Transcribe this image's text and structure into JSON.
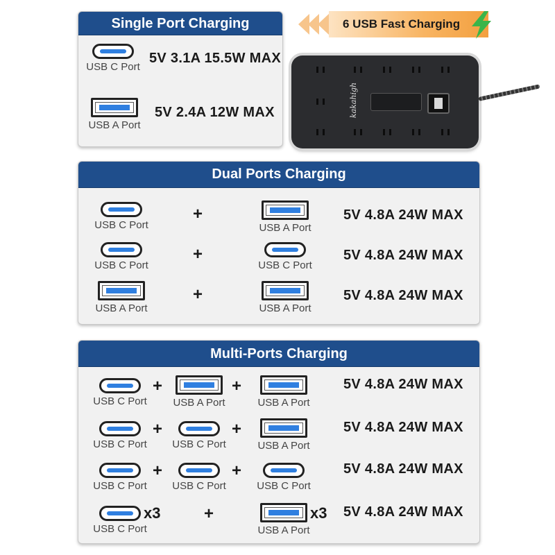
{
  "banner": {
    "text": "6 USB Fast Charging",
    "brand": "kakahigh"
  },
  "single": {
    "title": "Single Port Charging",
    "rows": [
      {
        "port": "USB C Port",
        "spec": "5V 3.1A 15.5W MAX"
      },
      {
        "port": "USB A Port",
        "spec": "5V 2.4A 12W MAX"
      }
    ]
  },
  "dual": {
    "title": "Dual Ports Charging",
    "rows": [
      {
        "a": "USB C Port",
        "b": "USB A Port",
        "spec": "5V 4.8A 24W MAX"
      },
      {
        "a": "USB C Port",
        "b": "USB C Port",
        "spec": "5V 4.8A 24W MAX"
      },
      {
        "a": "USB A Port",
        "b": "USB A Port",
        "spec": "5V 4.8A 24W MAX"
      }
    ]
  },
  "multi": {
    "title": "Multi-Ports Charging",
    "rows": [
      {
        "a": "USB C Port",
        "b": "USB A Port",
        "c": "USB A Port",
        "spec": "5V 4.8A 24W MAX"
      },
      {
        "a": "USB C Port",
        "b": "USB C Port",
        "c": "USB A Port",
        "spec": "5V 4.8A 24W MAX"
      },
      {
        "a": "USB C Port",
        "b": "USB C Port",
        "c": "USB C Port",
        "spec": "5V 4.8A 24W MAX"
      },
      {
        "a": "USB C Port",
        "c": "USB A Port",
        "a_mult": "x3",
        "c_mult": "x3",
        "spec": "5V 4.8A 24W MAX"
      }
    ]
  },
  "symbols": {
    "plus": "+"
  },
  "colors": {
    "header": "#1f4e8c",
    "accent_blue": "#2f7fe0",
    "banner_orange": "#f3a040",
    "bolt_green": "#3bb54a"
  }
}
